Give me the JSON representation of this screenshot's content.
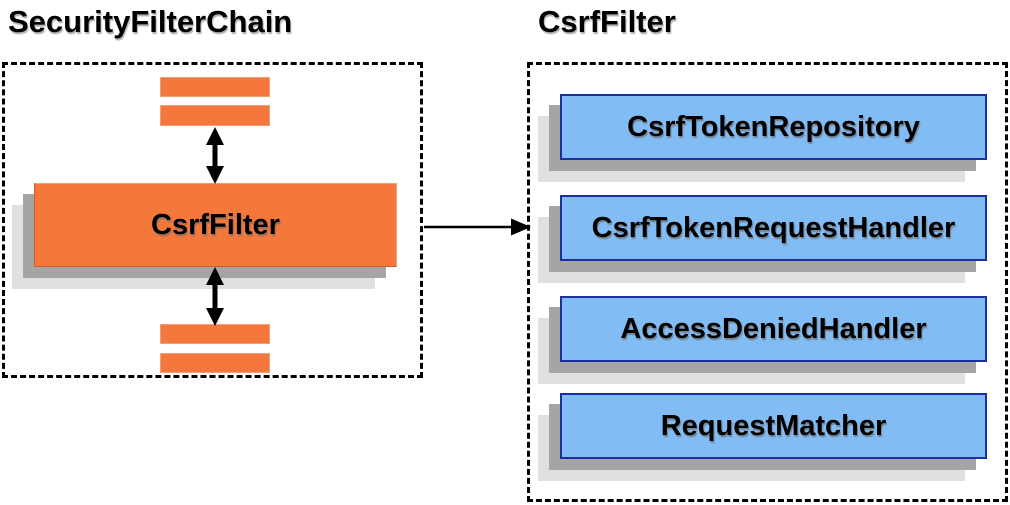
{
  "diagram": {
    "security_filter_chain": {
      "title": "SecurityFilterChain",
      "node_label": "CsrfFilter"
    },
    "csrf_filter": {
      "title": "CsrfFilter",
      "components": [
        "CsrfTokenRepository",
        "CsrfTokenRequestHandler",
        "AccessDeniedHandler",
        "RequestMatcher"
      ]
    },
    "colors": {
      "node_fill": "#f4773c",
      "node_highlight": "#f59d74",
      "node_border": "#c65f2e",
      "component_fill": "#82bcf4",
      "component_border": "#1c2f9e",
      "shadow_dark": "#a5a5a5",
      "shadow_light": "#e0e0e0",
      "arrow": "#000000"
    }
  }
}
